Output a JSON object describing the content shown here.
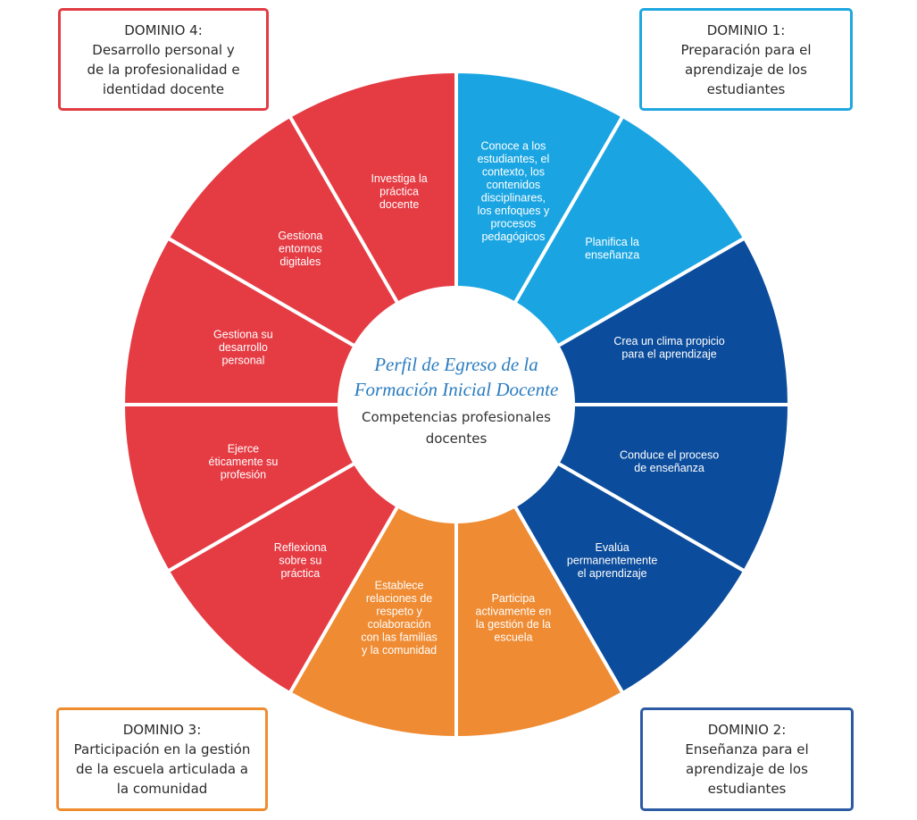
{
  "center": {
    "title_lines": [
      "Perfil de Egreso de la",
      "Formación Inicial Docente"
    ],
    "subtitle_lines": [
      "Competencias profesionales",
      "docentes"
    ]
  },
  "domains": {
    "d1": {
      "title": "DOMINIO 1:",
      "lines": [
        "Preparación para el",
        "aprendizaje de los",
        "estudiantes"
      ],
      "color": "#1ea7e1"
    },
    "d2": {
      "title": "DOMINIO 2:",
      "lines": [
        "Enseñanza para el",
        "aprendizaje de los",
        "estudiantes"
      ],
      "color": "#2c5aa3"
    },
    "d3": {
      "title": "DOMINIO 3:",
      "lines": [
        "Participación en la gestión",
        "de la escuela articulada a",
        "la comunidad"
      ],
      "color": "#ee8c2e"
    },
    "d4": {
      "title": "DOMINIO 4:",
      "lines": [
        "Desarrollo personal y",
        "de la profesionalidad e",
        "identidad docente"
      ],
      "color": "#e23b42"
    }
  },
  "colors": {
    "light_blue": "#1aa5e2",
    "dark_blue": "#0b4c9c",
    "orange": "#ef8b32",
    "red": "#e53b43"
  },
  "segments": [
    {
      "color_key": "light_blue",
      "lines": [
        "Conoce a los",
        "estudiantes, el",
        "contexto, los",
        "contenidos",
        "disciplinares,",
        "los enfoques y",
        "procesos",
        "pedagógicos"
      ]
    },
    {
      "color_key": "light_blue",
      "lines": [
        "Planifica la",
        "enseñanza"
      ]
    },
    {
      "color_key": "dark_blue",
      "lines": [
        "Crea un clima propicio",
        "para el aprendizaje"
      ]
    },
    {
      "color_key": "dark_blue",
      "lines": [
        "Conduce el proceso",
        "de enseñanza"
      ]
    },
    {
      "color_key": "dark_blue",
      "lines": [
        "Evalúa",
        "permanentemente",
        "el aprendizaje"
      ]
    },
    {
      "color_key": "orange",
      "lines": [
        "Participa",
        "activamente en",
        "la gestión de la",
        "escuela"
      ]
    },
    {
      "color_key": "orange",
      "lines": [
        "Establece",
        "relaciones de",
        "respeto y",
        "colaboración",
        "con las familias",
        "y la comunidad"
      ]
    },
    {
      "color_key": "red",
      "lines": [
        "Reflexiona",
        "sobre su",
        "práctica"
      ]
    },
    {
      "color_key": "red",
      "lines": [
        "Ejerce",
        "éticamente su",
        "profesión"
      ]
    },
    {
      "color_key": "red",
      "lines": [
        "Gestiona su",
        "desarrollo",
        "personal"
      ]
    },
    {
      "color_key": "red",
      "lines": [
        "Gestiona",
        "entornos",
        "digitales"
      ]
    },
    {
      "color_key": "red",
      "lines": [
        "Investiga la",
        "práctica",
        "docente"
      ]
    }
  ]
}
